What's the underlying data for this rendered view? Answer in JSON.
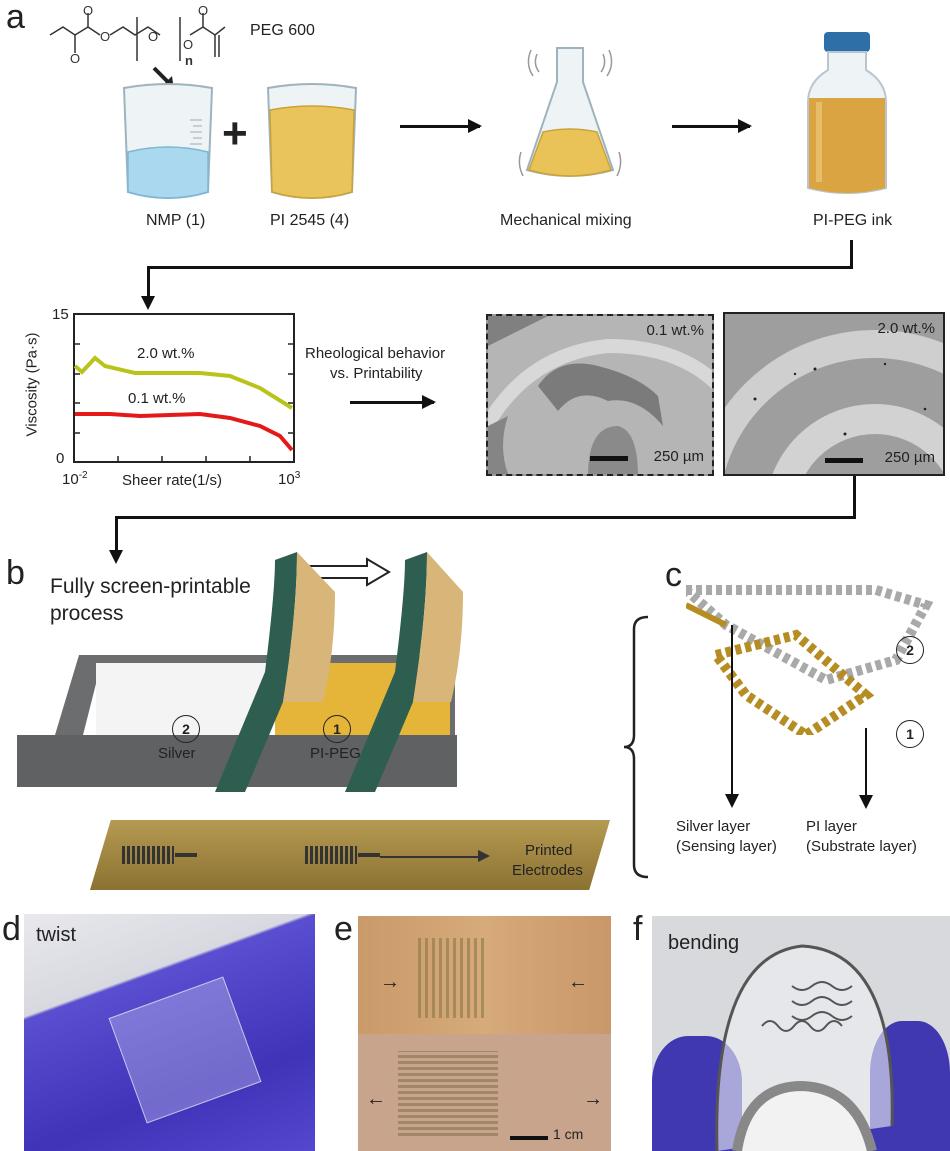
{
  "panel_a": {
    "letter": "a",
    "molecule_label": "PEG 600",
    "molecule_subscript": "n",
    "beaker1_label": "NMP (1)",
    "plus": "+",
    "beaker2_label": "PI 2545 (4)",
    "mixing_label": "Mechanical mixing",
    "ink_label": "PI-PEG ink",
    "arrow_text_line1": "Rheological behavior",
    "arrow_text_line2": "vs. Printability",
    "micrograph1": {
      "label": "0.1 wt.%",
      "scale": "250 µm",
      "border": "dashed"
    },
    "micrograph2": {
      "label": "2.0 wt.%",
      "scale": "250 µm",
      "border": "solid"
    }
  },
  "panel_b": {
    "letter": "b",
    "title_line1": "Fully screen-printable",
    "title_line2": "process",
    "silver_num": "2",
    "silver_label": "Silver",
    "pipeg_num": "1",
    "pipeg_label": "PI-PEG",
    "electrodes_line1": "Printed",
    "electrodes_line2": "Electrodes"
  },
  "panel_c": {
    "letter": "c",
    "layer2_num": "2",
    "layer1_num": "1",
    "silver_layer_line1": "Silver layer",
    "silver_layer_line2": "(Sensing layer)",
    "pi_layer_line1": "PI layer",
    "pi_layer_line2": "(Substrate layer)"
  },
  "panel_d": {
    "letter": "d",
    "label": "twist"
  },
  "panel_e": {
    "letter": "e",
    "scale": "1 cm"
  },
  "panel_f": {
    "letter": "f",
    "label": "bending"
  },
  "colors": {
    "pi_gold": "#c9a23a",
    "ink_amber": "#d9a441",
    "nmp_blue": "#a9d8ef",
    "squeegee_green": "#2d5e4f",
    "squeegee_tan": "#d8b679",
    "frame_gray": "#5f6163",
    "glove_purple": "#5a4fd0",
    "curve_2wt": "#b9c41a",
    "curve_01wt": "#e41a1a",
    "cap_blue": "#2f6fa8"
  },
  "chart_data": {
    "type": "line",
    "title": "",
    "xlabel": "Sheer rate(1/s)",
    "ylabel": "Viscosity (Pa·s)",
    "xscale": "log",
    "xlim": [
      0.01,
      1000
    ],
    "ylim": [
      0,
      15
    ],
    "x_tick_labels": [
      "10^-2",
      "10^3"
    ],
    "y_tick_labels": [
      "0",
      "15"
    ],
    "x": [
      0.01,
      0.015,
      0.03,
      0.1,
      0.3,
      1,
      3,
      10,
      30,
      100,
      300,
      1000
    ],
    "series": [
      {
        "name": "2.0 wt.%",
        "color": "#b9c41a",
        "values": [
          9.8,
          9.4,
          10.1,
          9.3,
          9.1,
          9.0,
          9.0,
          9.0,
          8.9,
          8.3,
          7.3,
          5.8
        ]
      },
      {
        "name": "0.1 wt.%",
        "color": "#e41a1a",
        "values": [
          4.8,
          4.8,
          4.8,
          4.7,
          4.8,
          4.8,
          4.8,
          4.7,
          4.5,
          4.0,
          3.2,
          1.5
        ]
      }
    ],
    "annotations": [
      "2.0 wt.%",
      "0.1 wt.%"
    ],
    "grid": false
  }
}
